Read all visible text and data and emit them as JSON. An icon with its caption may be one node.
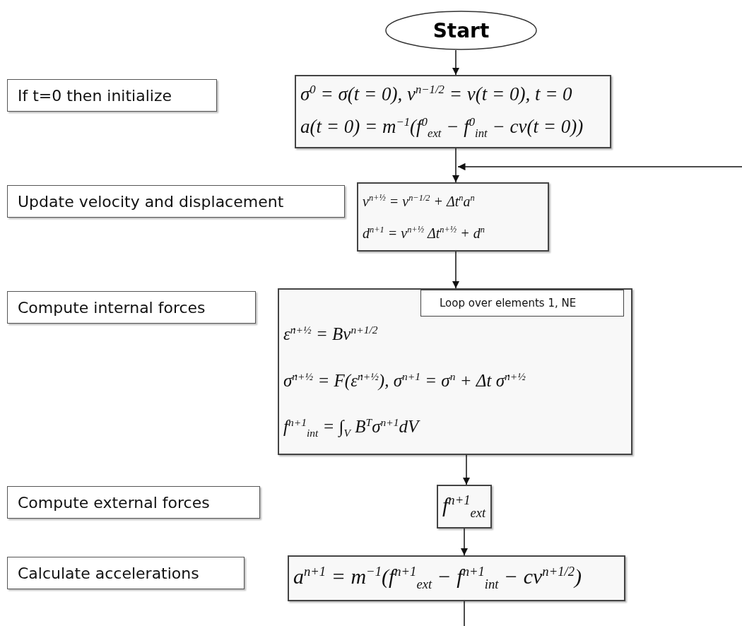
{
  "diagram": {
    "nodes": [
      {
        "text": [
          "Start"
        ]
      },
      {
        "text": [
          "If t=0 then initialize"
        ]
      },
      {
        "text": [
          "σ$^{0}$ = σ(t = 0), v$^{n−1/2}$ = v(t = 0), t = 0",
          "a(t = 0) = m$^{−1}$(f$^{0}$$_{ext}$ − f$^{0}$$_{int}$ − cv(t = 0))"
        ]
      },
      {
        "text": [
          "Update velocity and displacement"
        ]
      },
      {
        "text": [
          "v$^{n+½}$ = v$^{n−1/2}$ + Δt$^{n}$a$^{n}$",
          "d$^{n+1}$ = v$^{n+½}$ Δt$^{n+½}$ + d$^{n}$"
        ]
      },
      {
        "text": [
          "Compute internal forces"
        ]
      },
      {
        "text": [
          "ε̇$^{n+½}$ = Bv$^{n+1/2}$",
          "σ̇$^{n+½}$ = F(ε̇$^{n+½}$), σ$^{n+1}$ = σ$^{n}$ + Δt σ̇$^{n+½}$",
          "f$^{n+1}$$_{int}$ = ∫$_{V}$ B$^{T}$σ$^{n+1}$dV"
        ]
      },
      {
        "text": [
          "Loop over elements 1, NE"
        ],
        "in": 6
      },
      {
        "text": [
          "Compute external forces"
        ]
      },
      {
        "text": [
          "f$^{n+1}$$_{ext}$"
        ]
      },
      {
        "text": [
          "Calculate accelerations"
        ]
      },
      {
        "text": [
          "a$^{n+1}$ = m$^{−1}$(f$^{n+1}$$_{ext}$ − f$^{n+1}$$_{int}$ − cv$^{n+1/2}$)"
        ]
      }
    ],
    "edges": [
      {
        "from": 0,
        "to": 2,
        "arrow": "to"
      },
      {
        "from": 2,
        "to": 4,
        "arrow": "to"
      },
      {
        "from": null,
        "to": 4,
        "arrow": "to"
      },
      {
        "from": 4,
        "to": 6,
        "arrow": "to"
      },
      {
        "from": 6,
        "to": 9,
        "arrow": "to"
      },
      {
        "from": 9,
        "to": 11,
        "arrow": "to"
      },
      {
        "from": 11,
        "to": null,
        "arrow": "none"
      }
    ]
  }
}
